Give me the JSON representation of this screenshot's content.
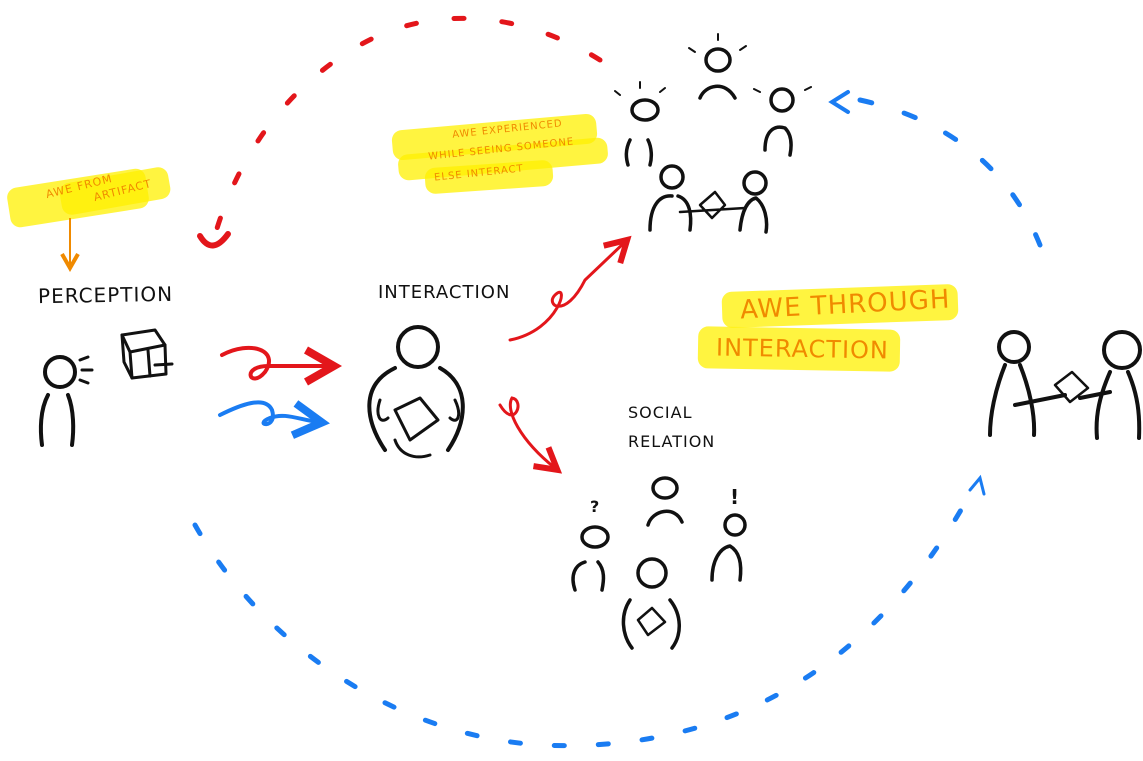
{
  "labels": {
    "perception": "PERCEPTION",
    "interaction": "INTERACTION",
    "social_relation_line1": "SOCIAL",
    "social_relation_line2": "RELATION"
  },
  "notes": {
    "awe_artifact_line1": "AWE FROM",
    "awe_artifact_line2": "ARTIFACT",
    "awe_observed_line1": "AWE EXPERIENCED",
    "awe_observed_line2": "WHILE SEEING SOMEONE",
    "awe_observed_line3": "ELSE INTERACT",
    "awe_interaction_line1": "AWE THROUGH",
    "awe_interaction_line2": "INTERACTION"
  },
  "marks": {
    "question": "?",
    "exclaim": "!"
  },
  "colors": {
    "ink": "#111111",
    "red": "#e3161b",
    "blue": "#1a7cf2",
    "orange": "#f08a00",
    "highlight": "#fff000"
  }
}
